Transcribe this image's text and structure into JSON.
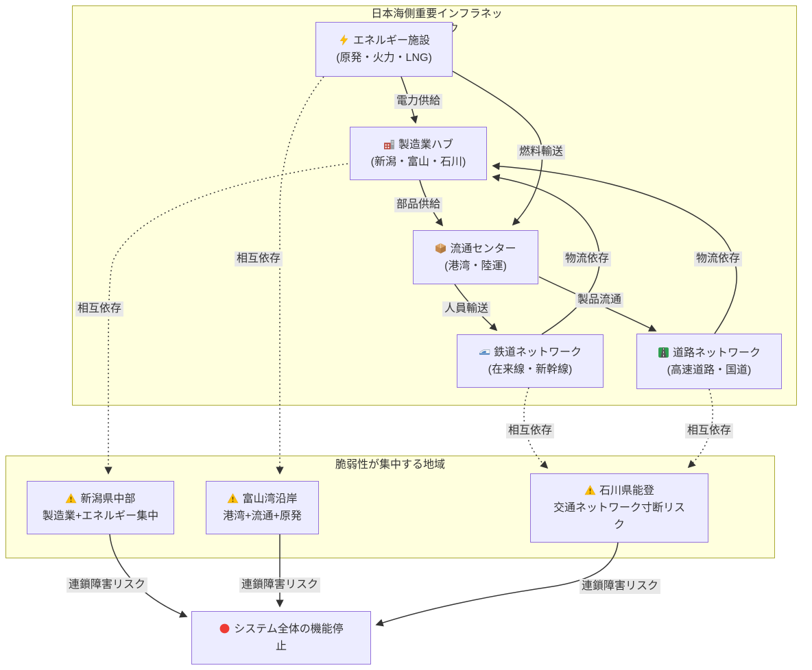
{
  "diagram": {
    "clusters": [
      {
        "id": "infra",
        "title": "日本海側重要インフラネットワーク"
      },
      {
        "id": "vuln",
        "title": "脆弱性が集中する地域"
      }
    ],
    "nodes": {
      "energy": {
        "icon": "lightning-icon",
        "line1": "エネルギー施設",
        "line2": "(原発・火力・LNG)"
      },
      "mfg": {
        "icon": "factory-icon",
        "line1": "製造業ハブ",
        "line2": "(新潟・富山・石川)"
      },
      "dist": {
        "icon": "package-icon",
        "line1": "流通センター",
        "line2": "(港湾・陸運)"
      },
      "rail": {
        "icon": "train-icon",
        "line1": "鉄道ネットワーク",
        "line2": "(在来線・新幹線)"
      },
      "road": {
        "icon": "motorway-icon",
        "line1": "道路ネットワーク",
        "line2": "(高速道路・国道)"
      },
      "niigata": {
        "icon": "warning-icon",
        "line1": "新潟県中部",
        "line2": "製造業+エネルギー集中"
      },
      "toyama": {
        "icon": "warning-icon",
        "line1": "富山湾沿岸",
        "line2": "港湾+流通+原発"
      },
      "ishikawa": {
        "icon": "warning-icon",
        "line1": "石川県能登",
        "line2": "交通ネットワーク寸断リスク"
      },
      "failure": {
        "icon": "red-circle-icon",
        "line1": "システム全体の機能停止",
        "line2": ""
      }
    },
    "edge_labels": {
      "power": "電力供給",
      "fuel": "燃料輸送",
      "parts": "部品供給",
      "personnel": "人員輸送",
      "product": "製品流通",
      "logistics1": "物流依存",
      "logistics2": "物流依存",
      "mutual_left": "相互依存",
      "mutual_mid": "相互依存",
      "mutual_rail": "相互依存",
      "mutual_road": "相互依存",
      "cascade1": "連鎖障害リスク",
      "cascade2": "連鎖障害リスク",
      "cascade3": "連鎖障害リスク"
    },
    "colors": {
      "node_fill": "#ECECFF",
      "node_border": "#9370DB",
      "cluster_fill": "#ffffde",
      "cluster_border": "#aaaa33",
      "edge": "#333333",
      "edge_label_bg": "#e8e8e8",
      "warning_yellow": "#FFC107",
      "alert_red": "#ee3b33"
    }
  }
}
